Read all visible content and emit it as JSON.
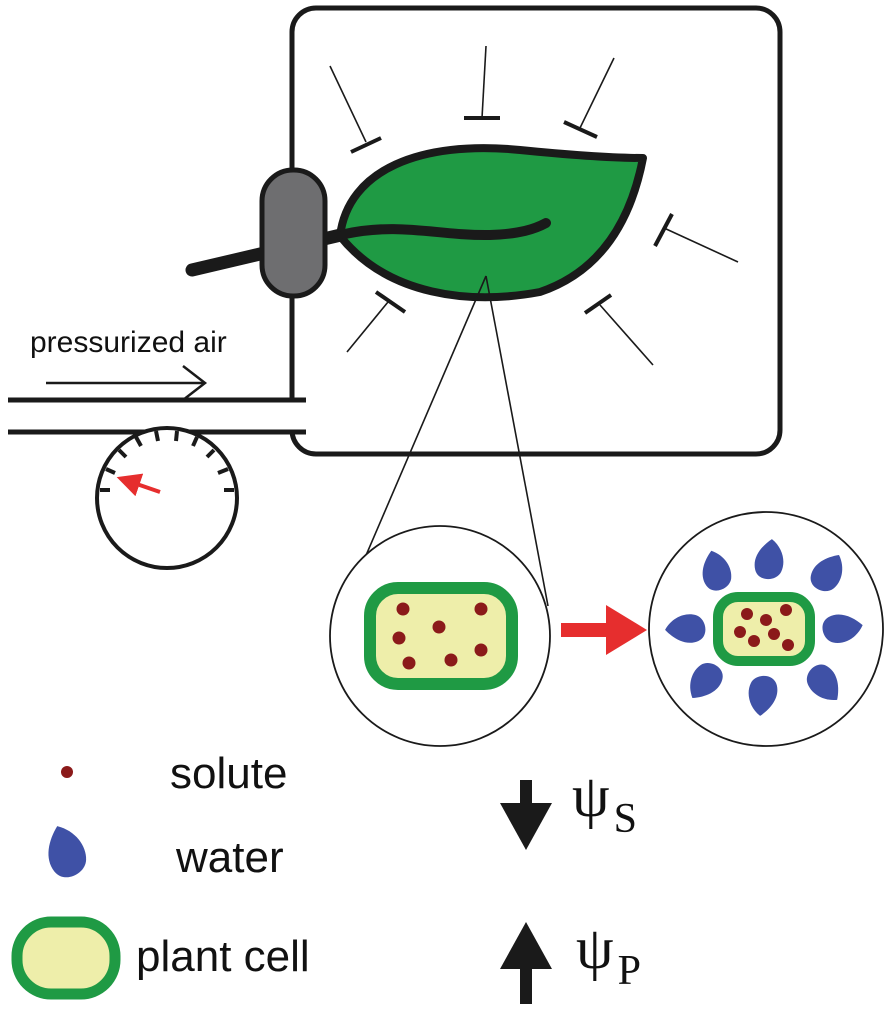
{
  "labels": {
    "pressurized_air": "pressurized air",
    "solute": "solute",
    "water": "water",
    "plant_cell": "plant cell",
    "psi_symbol": "ψ",
    "psi_s_subscript": "S",
    "psi_p_subscript": "P"
  },
  "colors": {
    "leaf": "#1f9a44",
    "outline": "#1a1a1a",
    "clamp": "#6e6e70",
    "cell_wall": "#1f9a44",
    "cytoplasm": "#eeeeaa",
    "solute": "#8b1a1a",
    "water": "#3f51a6",
    "arrow_red": "#e62e2e"
  },
  "icons": {
    "solute_legend": "solute-dot-icon",
    "water_legend": "water-drop-icon",
    "cell_legend": "plant-cell-icon",
    "psi_s_change": "down-arrow-icon",
    "psi_p_change": "up-arrow-icon"
  }
}
